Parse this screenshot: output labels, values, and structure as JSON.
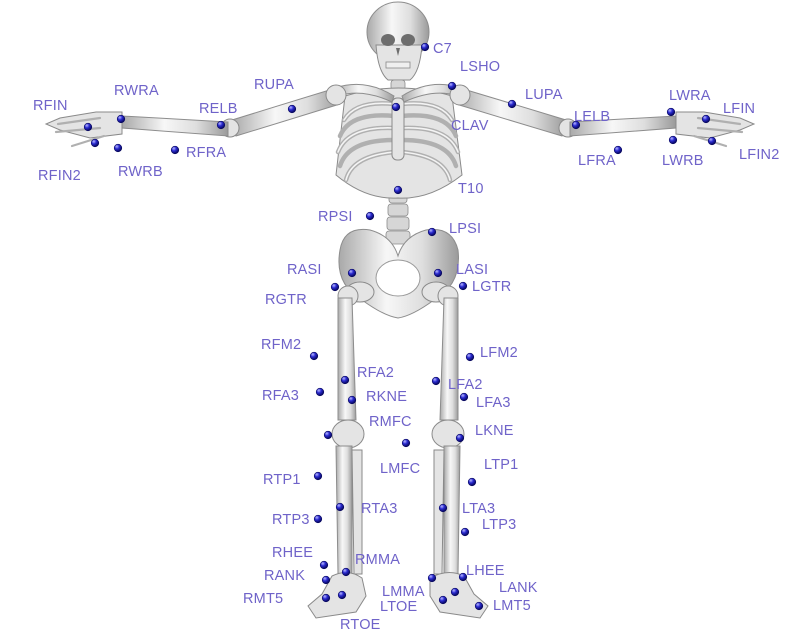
{
  "markers": [
    {
      "label": "C7"
    },
    {
      "label": "LSHO"
    },
    {
      "label": "RUPA"
    },
    {
      "label": "LUPA"
    },
    {
      "label": "CLAV"
    },
    {
      "label": "RWRA"
    },
    {
      "label": "RFIN"
    },
    {
      "label": "RELB"
    },
    {
      "label": "RFRA"
    },
    {
      "label": "RFIN2"
    },
    {
      "label": "RWRB"
    },
    {
      "label": "LWRA"
    },
    {
      "label": "LFIN"
    },
    {
      "label": "LELB"
    },
    {
      "label": "LFRA"
    },
    {
      "label": "LWRB"
    },
    {
      "label": "LFIN2"
    },
    {
      "label": "T10"
    },
    {
      "label": "RPSI"
    },
    {
      "label": "LPSI"
    },
    {
      "label": "RASI"
    },
    {
      "label": "LASI"
    },
    {
      "label": "RGTR"
    },
    {
      "label": "LGTR"
    },
    {
      "label": "RFM2"
    },
    {
      "label": "LFM2"
    },
    {
      "label": "RFA2"
    },
    {
      "label": "LFA2"
    },
    {
      "label": "RFA3"
    },
    {
      "label": "RKNE"
    },
    {
      "label": "LFA3"
    },
    {
      "label": "RMFC"
    },
    {
      "label": "LKNE"
    },
    {
      "label": "LMFC"
    },
    {
      "label": "RTP1"
    },
    {
      "label": "LTP1"
    },
    {
      "label": "RTA3"
    },
    {
      "label": "LTA3"
    },
    {
      "label": "RTP3"
    },
    {
      "label": "LTP3"
    },
    {
      "label": "RHEE"
    },
    {
      "label": "RMMA"
    },
    {
      "label": "LHEE"
    },
    {
      "label": "RANK"
    },
    {
      "label": "LANK"
    },
    {
      "label": "LMMA"
    },
    {
      "label": "RMT5"
    },
    {
      "label": "LTOE"
    },
    {
      "label": "LMT5"
    },
    {
      "label": "RTOE"
    }
  ],
  "colors": {
    "label": "#6f63c9",
    "marker": "#1a1ab0",
    "bone": "#d9d9d9",
    "background": "#ffffff"
  }
}
